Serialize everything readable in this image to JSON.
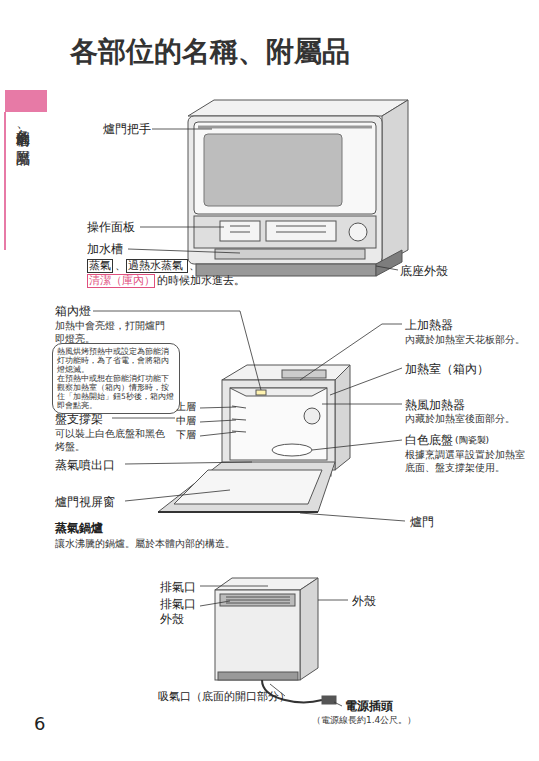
{
  "diagram": {
    "title": "各部位的名稱、附屬品",
    "nodes": [
      {
        "text": [
          "蒸氣"
        ]
      },
      {
        "text": [
          "過熱水蒸氣"
        ]
      },
      {
        "text": [
          "清潔（庫內）"
        ]
      },
      {
        "text": [
          "熱風烘烤預熱中或設定為節能消灯功能時，為了省電，會將箱內燈熄滅。",
          "在預熱中或想在節能消灯功能下觀察加熱室（箱內）情形時，按住「加熱開始」鈕5秒後，箱內燈即會點亮。"
        ]
      }
    ],
    "labels": [
      "各部位的名稱、附屬品",
      "爐門把手",
      "操作面板",
      "加水槽",
      "、",
      "、",
      "的時候加水進去。",
      "底座外殼",
      "箱內燈",
      "加熱中會亮燈，打開爐門即燈亮。",
      "上加熱器",
      "內藏於加熱室天花板部分。",
      "加熱室（箱內）",
      "熱風加熱器",
      "內藏於加熱室後面部分。",
      "盤支撐架",
      "可以裝上白色底盤和黑色烤盤。",
      "上層",
      "中層",
      "下層",
      "白色底盤",
      "(陶瓷製)",
      "根據烹調選單設置於加熱室底面、盤支撐架使用。",
      "蒸氣噴出口",
      "爐門視屏窗",
      "爐門",
      "蒸氣鍋爐",
      "讓水沸騰的鍋爐。屬於本體內部的構造。",
      "排氣口",
      "排氣口外殼",
      "外殼",
      "吸氣口（底面的開口部分）",
      "電源插頭",
      "（電源線長約1.4公尺。）",
      "6"
    ]
  }
}
